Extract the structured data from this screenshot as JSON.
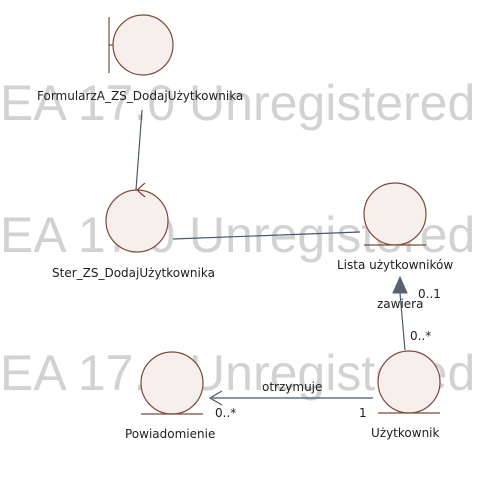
{
  "watermark": "EA 17.0 Unregistered",
  "nodes": {
    "formularz": {
      "kind": "boundary",
      "label": "FormularzA_ZS_DodajUżytkownika"
    },
    "ster": {
      "kind": "control",
      "label": "Ster_ZS_DodajUżytkownika"
    },
    "lista": {
      "kind": "entity",
      "label": "Lista użytkowników"
    },
    "powiadomienie": {
      "kind": "entity",
      "label": "Powiadomienie"
    },
    "uzytkownik": {
      "kind": "entity",
      "label": "Użytkownik"
    }
  },
  "edges": {
    "formularz_ster": {
      "type": "association"
    },
    "ster_lista": {
      "type": "association"
    },
    "zawiera": {
      "type": "aggregation",
      "label": "zawiera",
      "source_mult": "0..*",
      "target_mult": "0..1"
    },
    "otrzymuje": {
      "type": "directed-association",
      "label": "otrzymuje",
      "source_mult": "1",
      "target_mult": "0..*"
    }
  },
  "colors": {
    "fill": "#f7efec",
    "stroke": "#7a4a3a",
    "line": "#4a5870",
    "arrowhead": "#5a6270",
    "watermark": "#d2d2d2"
  }
}
